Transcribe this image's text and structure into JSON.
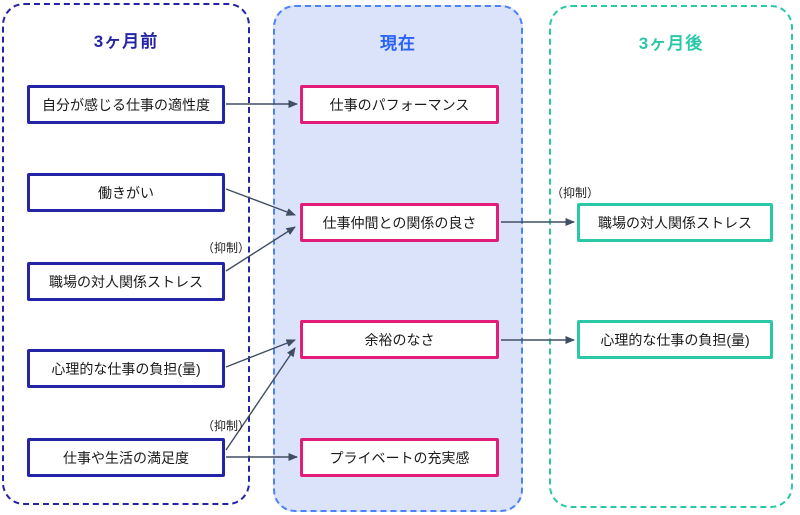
{
  "columns": {
    "past": {
      "title": "3ヶ月前"
    },
    "present": {
      "title": "現在"
    },
    "future": {
      "title": "3ヶ月後"
    }
  },
  "nodes": {
    "past_aptitude": "自分が感じる仕事の適性度",
    "past_worth": "働きがい",
    "past_interpersonal_stress": "職場の対人関係ストレス",
    "past_mental_load": "心理的な仕事の負担(量)",
    "past_satisfaction": "仕事や生活の満足度",
    "present_performance": "仕事のパフォーマンス",
    "present_coworker_relationship": "仕事仲間との関係の良さ",
    "present_lack_of_margin": "余裕のなさ",
    "present_private_fulfillment": "プライベートの充実感",
    "future_interpersonal_stress": "職場の対人関係ストレス",
    "future_mental_load": "心理的な仕事の負担(量)"
  },
  "annotations": {
    "suppression": "（抑制）"
  },
  "edges": [
    {
      "from": "past_aptitude",
      "to": "present_performance",
      "label": ""
    },
    {
      "from": "past_worth",
      "to": "present_coworker_relationship",
      "label": ""
    },
    {
      "from": "past_interpersonal_stress",
      "to": "present_coworker_relationship",
      "label": "（抑制）"
    },
    {
      "from": "past_mental_load",
      "to": "present_lack_of_margin",
      "label": ""
    },
    {
      "from": "past_satisfaction",
      "to": "present_lack_of_margin",
      "label": "（抑制）"
    },
    {
      "from": "past_satisfaction",
      "to": "present_private_fulfillment",
      "label": ""
    },
    {
      "from": "present_coworker_relationship",
      "to": "future_interpersonal_stress",
      "label": "（抑制）"
    },
    {
      "from": "present_lack_of_margin",
      "to": "future_mental_load",
      "label": ""
    }
  ],
  "colors": {
    "past_accent": "#2425a6",
    "present_accent": "#2b62f6",
    "present_fill": "#dbe3fb",
    "present_node_border": "#e31c79",
    "future_accent": "#2bc8a8",
    "arrow": "#3f4e63"
  }
}
